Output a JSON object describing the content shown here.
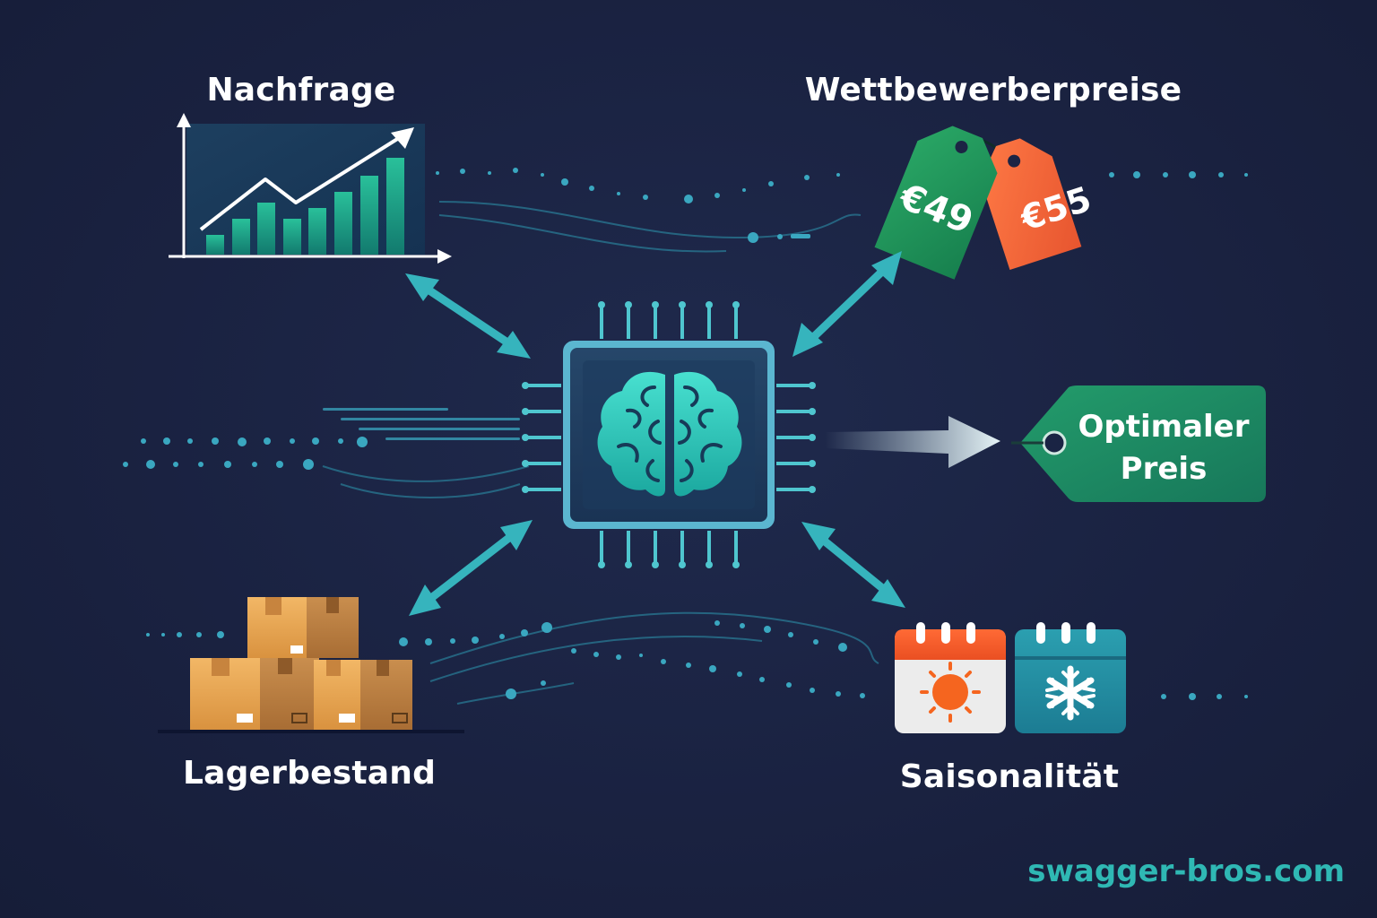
{
  "labels": {
    "demand": "Nachfrage",
    "competitor_prices": "Wettbewerberpreise",
    "inventory": "Lagerbestand",
    "seasonality": "Saisonalität"
  },
  "price_tags": {
    "green_tag": "€49",
    "orange_tag": "€55"
  },
  "result_tag": {
    "line1": "Optimaler",
    "line2": "Preis"
  },
  "watermark": "swagger-bros.com",
  "colors": {
    "background": "#1c2444",
    "accent_teal": "#36b4bd",
    "brain": "#2ec4b6",
    "green_tag": "#1f9a5c",
    "orange_tag": "#f26a3c",
    "result_tag": "#1e8c63",
    "watermark": "#2fb8b4"
  },
  "icons": {
    "center": "ai-chip-brain-icon",
    "demand": "rising-bar-chart-icon",
    "competitor": "price-tags-icon",
    "inventory": "cardboard-boxes-icon",
    "seasonality": "summer-winter-calendar-icon"
  }
}
